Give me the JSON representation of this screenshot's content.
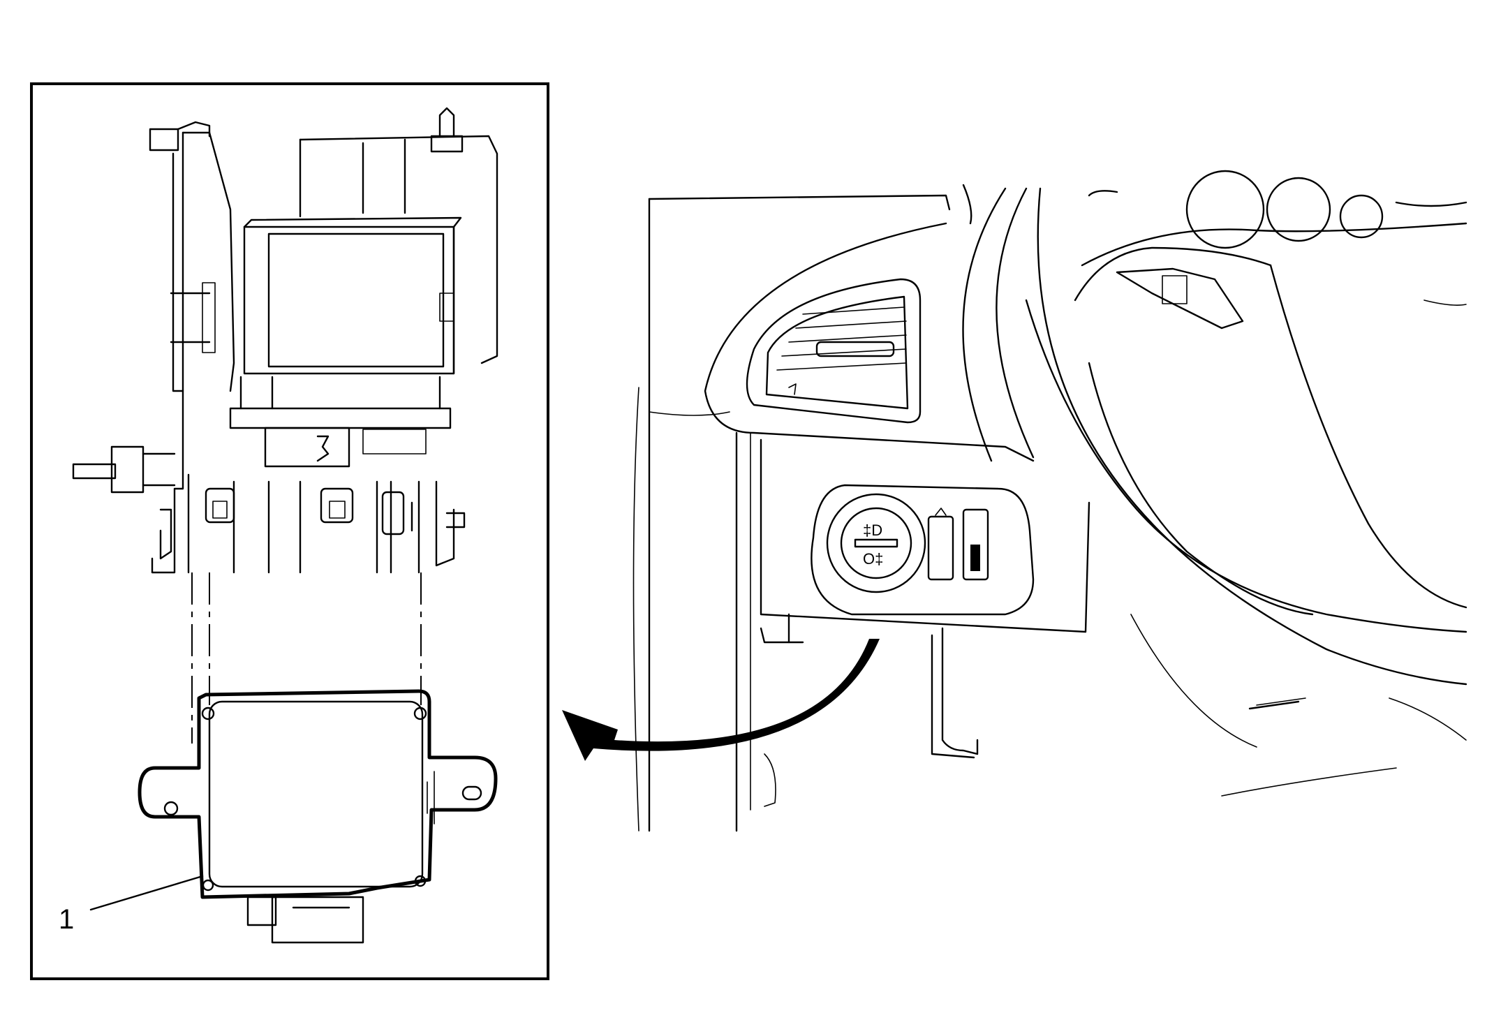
{
  "diagram": {
    "callouts": [
      {
        "id": "1",
        "label": "1"
      }
    ],
    "switch_symbols": {
      "upper": "‡D",
      "lower": "O‡"
    },
    "colors": {
      "line": "#000000",
      "background": "#ffffff"
    }
  }
}
